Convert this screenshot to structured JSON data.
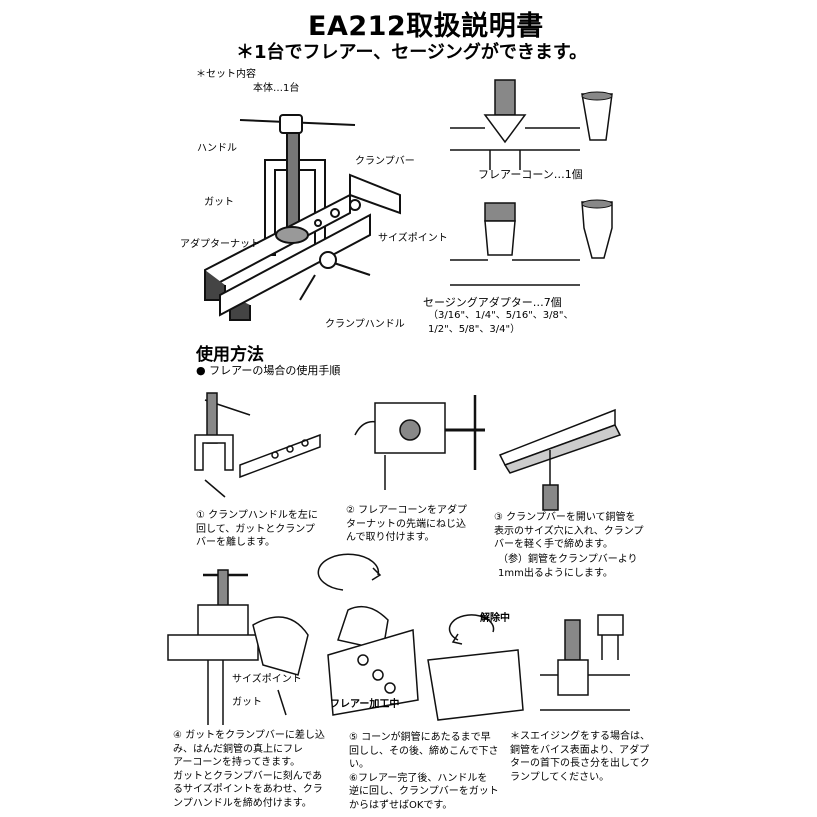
{
  "header": {
    "title": "EA212取扱説明書",
    "subtitle": "＊1台でフレアー、セージングができます。"
  },
  "set_contents": {
    "heading": "＊セット内容",
    "body_line": "本体…1台"
  },
  "parts": {
    "handle": "ハンドル",
    "gut": "ガット",
    "adapter_nut": "アダプターナット",
    "clamp_bar": "クランプバー",
    "size_point": "サイズポイント",
    "clamp_handle": "クランプハンドル"
  },
  "accessories": {
    "flare_cone": "フレアーコーン…1個",
    "swaging_adapter": "セージングアダプター…7個",
    "sizes_line1": "（3/16\"、1/4\"、5/16\"、3/8\"、",
    "sizes_line2": "1/2\"、5/8\"、3/4\"）"
  },
  "usage": {
    "heading": "使用方法",
    "flare_procedure": "● フレアーの場合の使用手順"
  },
  "steps": {
    "step1": [
      "① クランプハンドルを左に",
      "回して、ガットとクランプ",
      "バーを離します。"
    ],
    "step2": [
      "② フレアーコーンをアダプ",
      "ターナットの先端にねじ込",
      "んで取り付けます。"
    ],
    "step3": [
      "③ クランプバーを開いて銅管を",
      "表示のサイズ穴に入れ、クランプ",
      "バーを軽く手で締めます。"
    ],
    "step3_note": [
      "（参）銅管をクランプバーより",
      "1mm出るようにします。"
    ],
    "step4": [
      "④ ガットをクランプバーに差し込",
      "み、はんだ銅管の真上にフレ",
      "アーコーンを持ってきます。",
      "ガットとクランプバーに刻んであ",
      "るサイズポイントをあわせ、クラ",
      "ンプハンドルを締め付けます。"
    ],
    "step5": [
      "⑤ コーンが銅管にあたるまで早",
      "回しし、その後、締めこんで下さ",
      "い。",
      "⑥フレアー完了後、ハンドルを",
      "逆に回し、クランプバーをガット",
      "からはずせばOKです。"
    ],
    "swage": [
      "＊スエイジングをする場合は、",
      "銅管をバイス表面より、アダプ",
      "ターの首下の長さ分を出してク",
      "ランプしてください。"
    ]
  },
  "figure_labels": {
    "size_point": "サイズポイント",
    "gut": "ガット",
    "flaring": "フレアー加工中",
    "releasing": "解除中"
  }
}
